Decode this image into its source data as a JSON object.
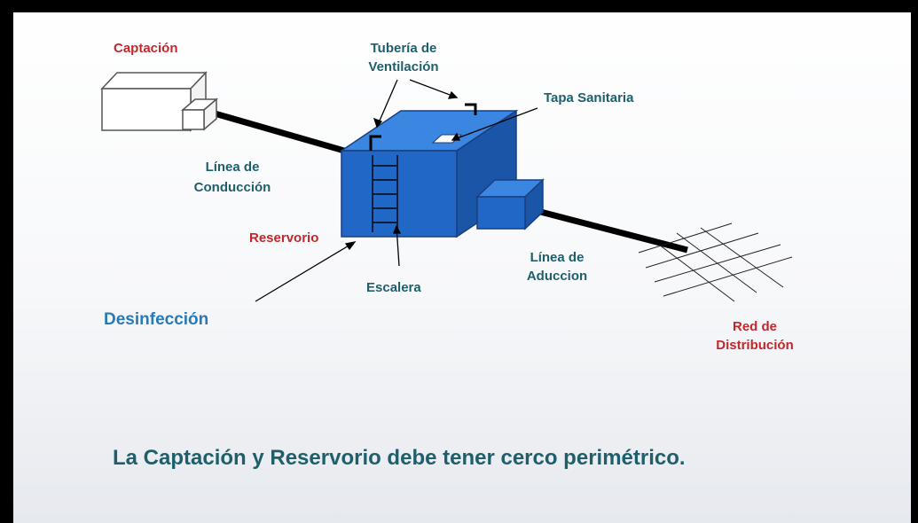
{
  "colors": {
    "frame": "#000000",
    "background_top": "#ffffff",
    "background_bottom": "#e6e9ee",
    "label_red": "#c0282d",
    "label_teal": "#1f5f6b",
    "label_blue": "#2a7ab8",
    "tank_front": "#2167c6",
    "tank_top": "#3a86e0",
    "tank_side": "#1a55a8"
  },
  "labels": {
    "captacion": "Captación",
    "tuberia_line1": "Tubería de",
    "tuberia_line2": "Ventilación",
    "tapa_sanitaria": "Tapa Sanitaria",
    "linea_conduccion_line1": "Línea de",
    "linea_conduccion_line2": "Conducción",
    "reservorio": "Reservorio",
    "escalera": "Escalera",
    "linea_aduccion_line1": "Línea de",
    "linea_aduccion_line2": "Aduccion",
    "desinfeccion": "Desinfección",
    "red_line1": "Red de",
    "red_line2": "Distribución"
  },
  "footer": {
    "note": "La Captación y Reservorio debe tener cerco perimétrico."
  }
}
